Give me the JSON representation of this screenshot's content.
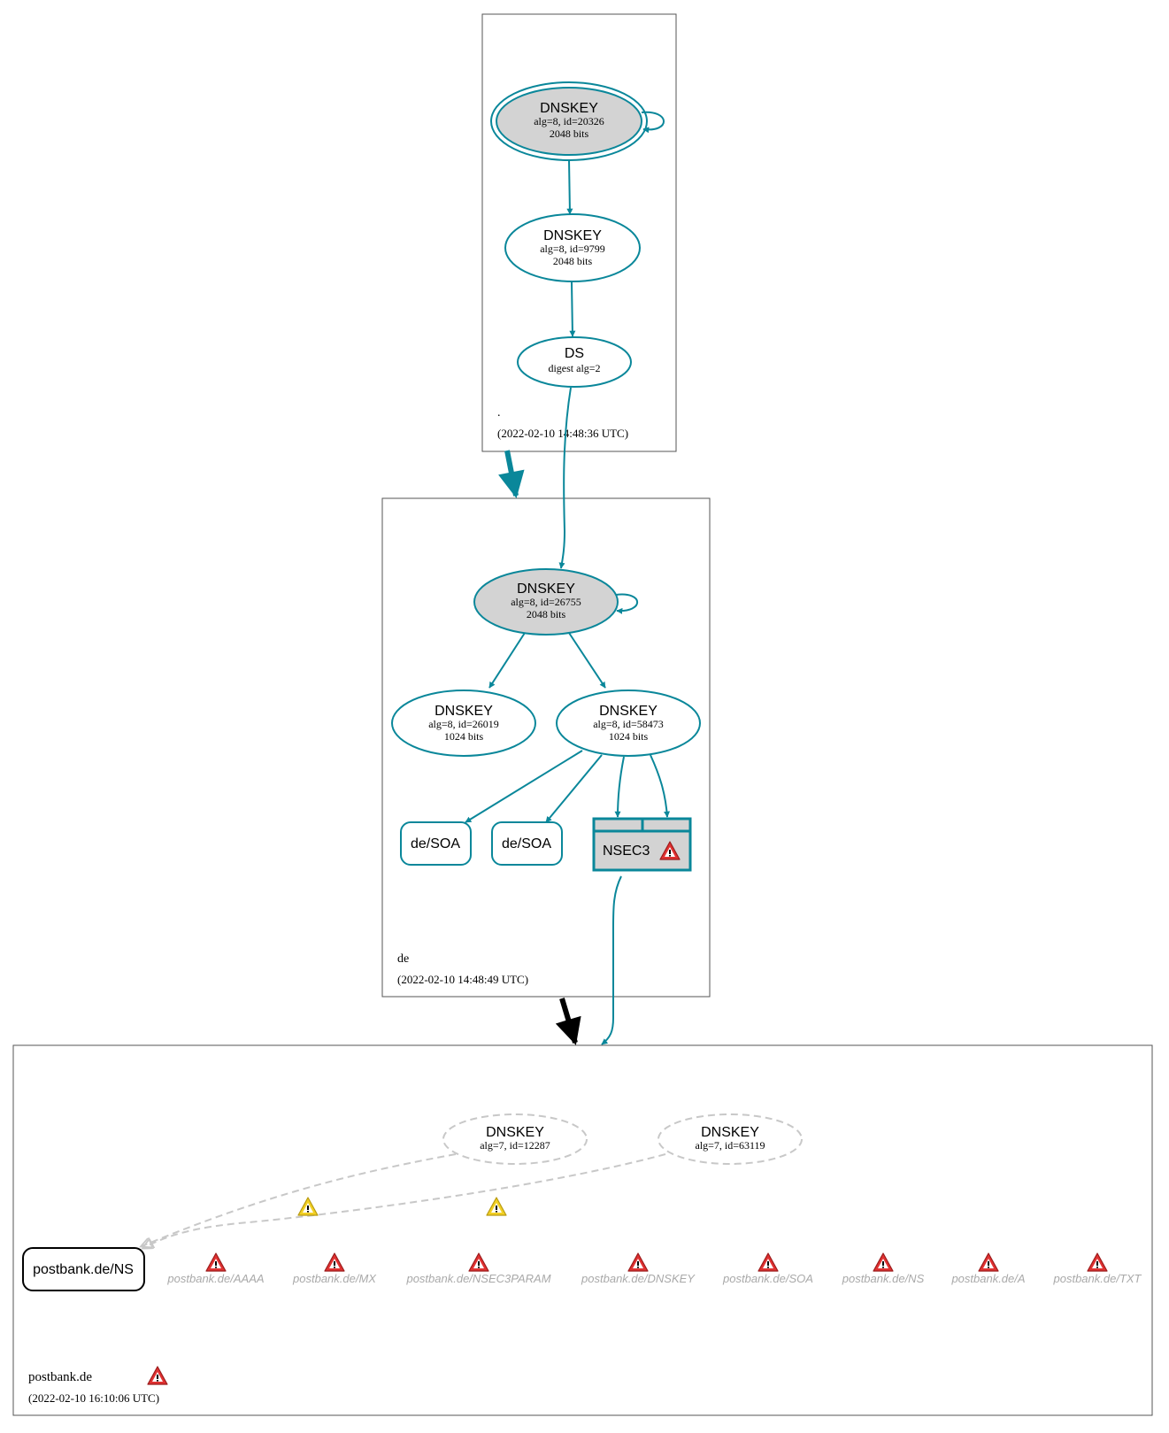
{
  "colors": {
    "teal": "#0a879a",
    "gray": "#c8c8c8",
    "fill_gray": "#d3d3d3",
    "black": "#000000",
    "muted_text": "#a9a9a9"
  },
  "zones": {
    "root": {
      "name": ".",
      "timestamp": "(2022-02-10 14:48:36 UTC)"
    },
    "de": {
      "name": "de",
      "timestamp": "(2022-02-10 14:48:49 UTC)"
    },
    "postbank": {
      "name": "postbank.de",
      "timestamp": "(2022-02-10 16:10:06 UTC)"
    }
  },
  "nodes": {
    "root_ksk": {
      "title": "DNSKEY",
      "line1": "alg=8, id=20326",
      "line2": "2048 bits"
    },
    "root_zsk": {
      "title": "DNSKEY",
      "line1": "alg=8, id=9799",
      "line2": "2048 bits"
    },
    "root_ds": {
      "title": "DS",
      "line1": "digest alg=2"
    },
    "de_ksk": {
      "title": "DNSKEY",
      "line1": "alg=8, id=26755",
      "line2": "2048 bits"
    },
    "de_zsk1": {
      "title": "DNSKEY",
      "line1": "alg=8, id=26019",
      "line2": "1024 bits"
    },
    "de_zsk2": {
      "title": "DNSKEY",
      "line1": "alg=8, id=58473",
      "line2": "1024 bits"
    },
    "de_soa1": {
      "label": "de/SOA"
    },
    "de_soa2": {
      "label": "de/SOA"
    },
    "nsec3": {
      "label": "NSEC3"
    },
    "pb_key1": {
      "title": "DNSKEY",
      "line1": "alg=7, id=12287"
    },
    "pb_key2": {
      "title": "DNSKEY",
      "line1": "alg=7, id=63119"
    },
    "pb_ns": {
      "label": "postbank.de/NS"
    }
  },
  "rrsets": [
    "postbank.de/AAAA",
    "postbank.de/MX",
    "postbank.de/NSEC3PARAM",
    "postbank.de/DNSKEY",
    "postbank.de/SOA",
    "postbank.de/NS",
    "postbank.de/A",
    "postbank.de/TXT"
  ]
}
